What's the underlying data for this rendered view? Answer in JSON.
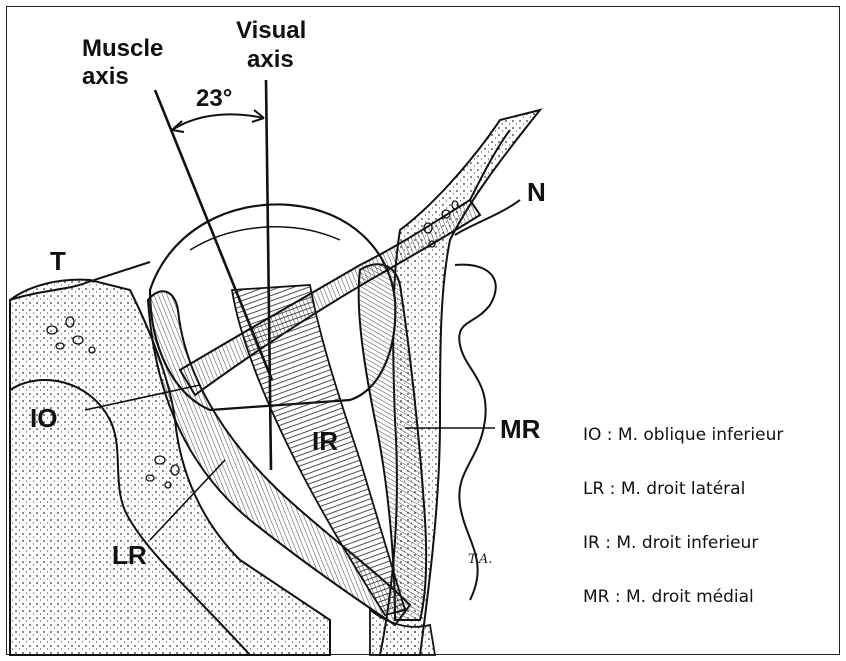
{
  "labels": {
    "muscle_axis_1": "Muscle",
    "muscle_axis_2": "axis",
    "visual_axis_1": "Visual",
    "visual_axis_2": "axis",
    "angle": "23°",
    "temporal": "T",
    "nasal": "N",
    "io": "IO",
    "lr": "LR",
    "ir": "IR",
    "mr": "MR",
    "signature": "T.A."
  },
  "legend": [
    "IO : M. oblique inferieur",
    "LR : M. droit latéral",
    "IR : M. droit inferieur",
    "MR : M. droit médial"
  ]
}
